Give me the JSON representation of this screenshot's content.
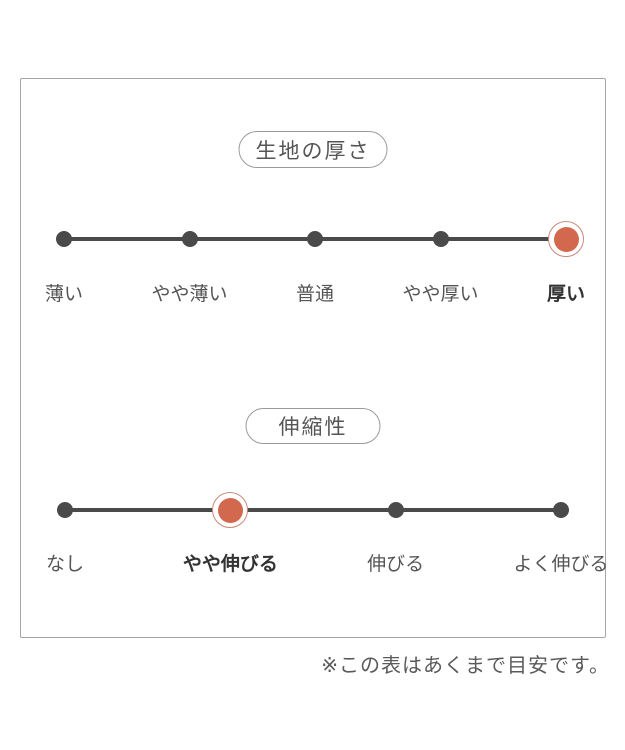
{
  "note": "※この表はあくまで目安です。",
  "colors": {
    "accent": "#d2694f",
    "accent_ring": "#c98977",
    "track": "#4a4a4a",
    "dot": "#4a4a4a",
    "label": "#555555",
    "label_selected": "#333333"
  },
  "scales": [
    {
      "title": "生地の厚さ",
      "options": [
        {
          "label": "薄い",
          "selected": false
        },
        {
          "label": "やや薄い",
          "selected": false
        },
        {
          "label": "普通",
          "selected": false
        },
        {
          "label": "やや厚い",
          "selected": false
        },
        {
          "label": "厚い",
          "selected": true
        }
      ]
    },
    {
      "title": "伸縮性",
      "options": [
        {
          "label": "なし",
          "selected": false
        },
        {
          "label": "やや伸びる",
          "selected": true
        },
        {
          "label": "伸びる",
          "selected": false
        },
        {
          "label": "よく伸びる",
          "selected": false
        }
      ]
    }
  ]
}
